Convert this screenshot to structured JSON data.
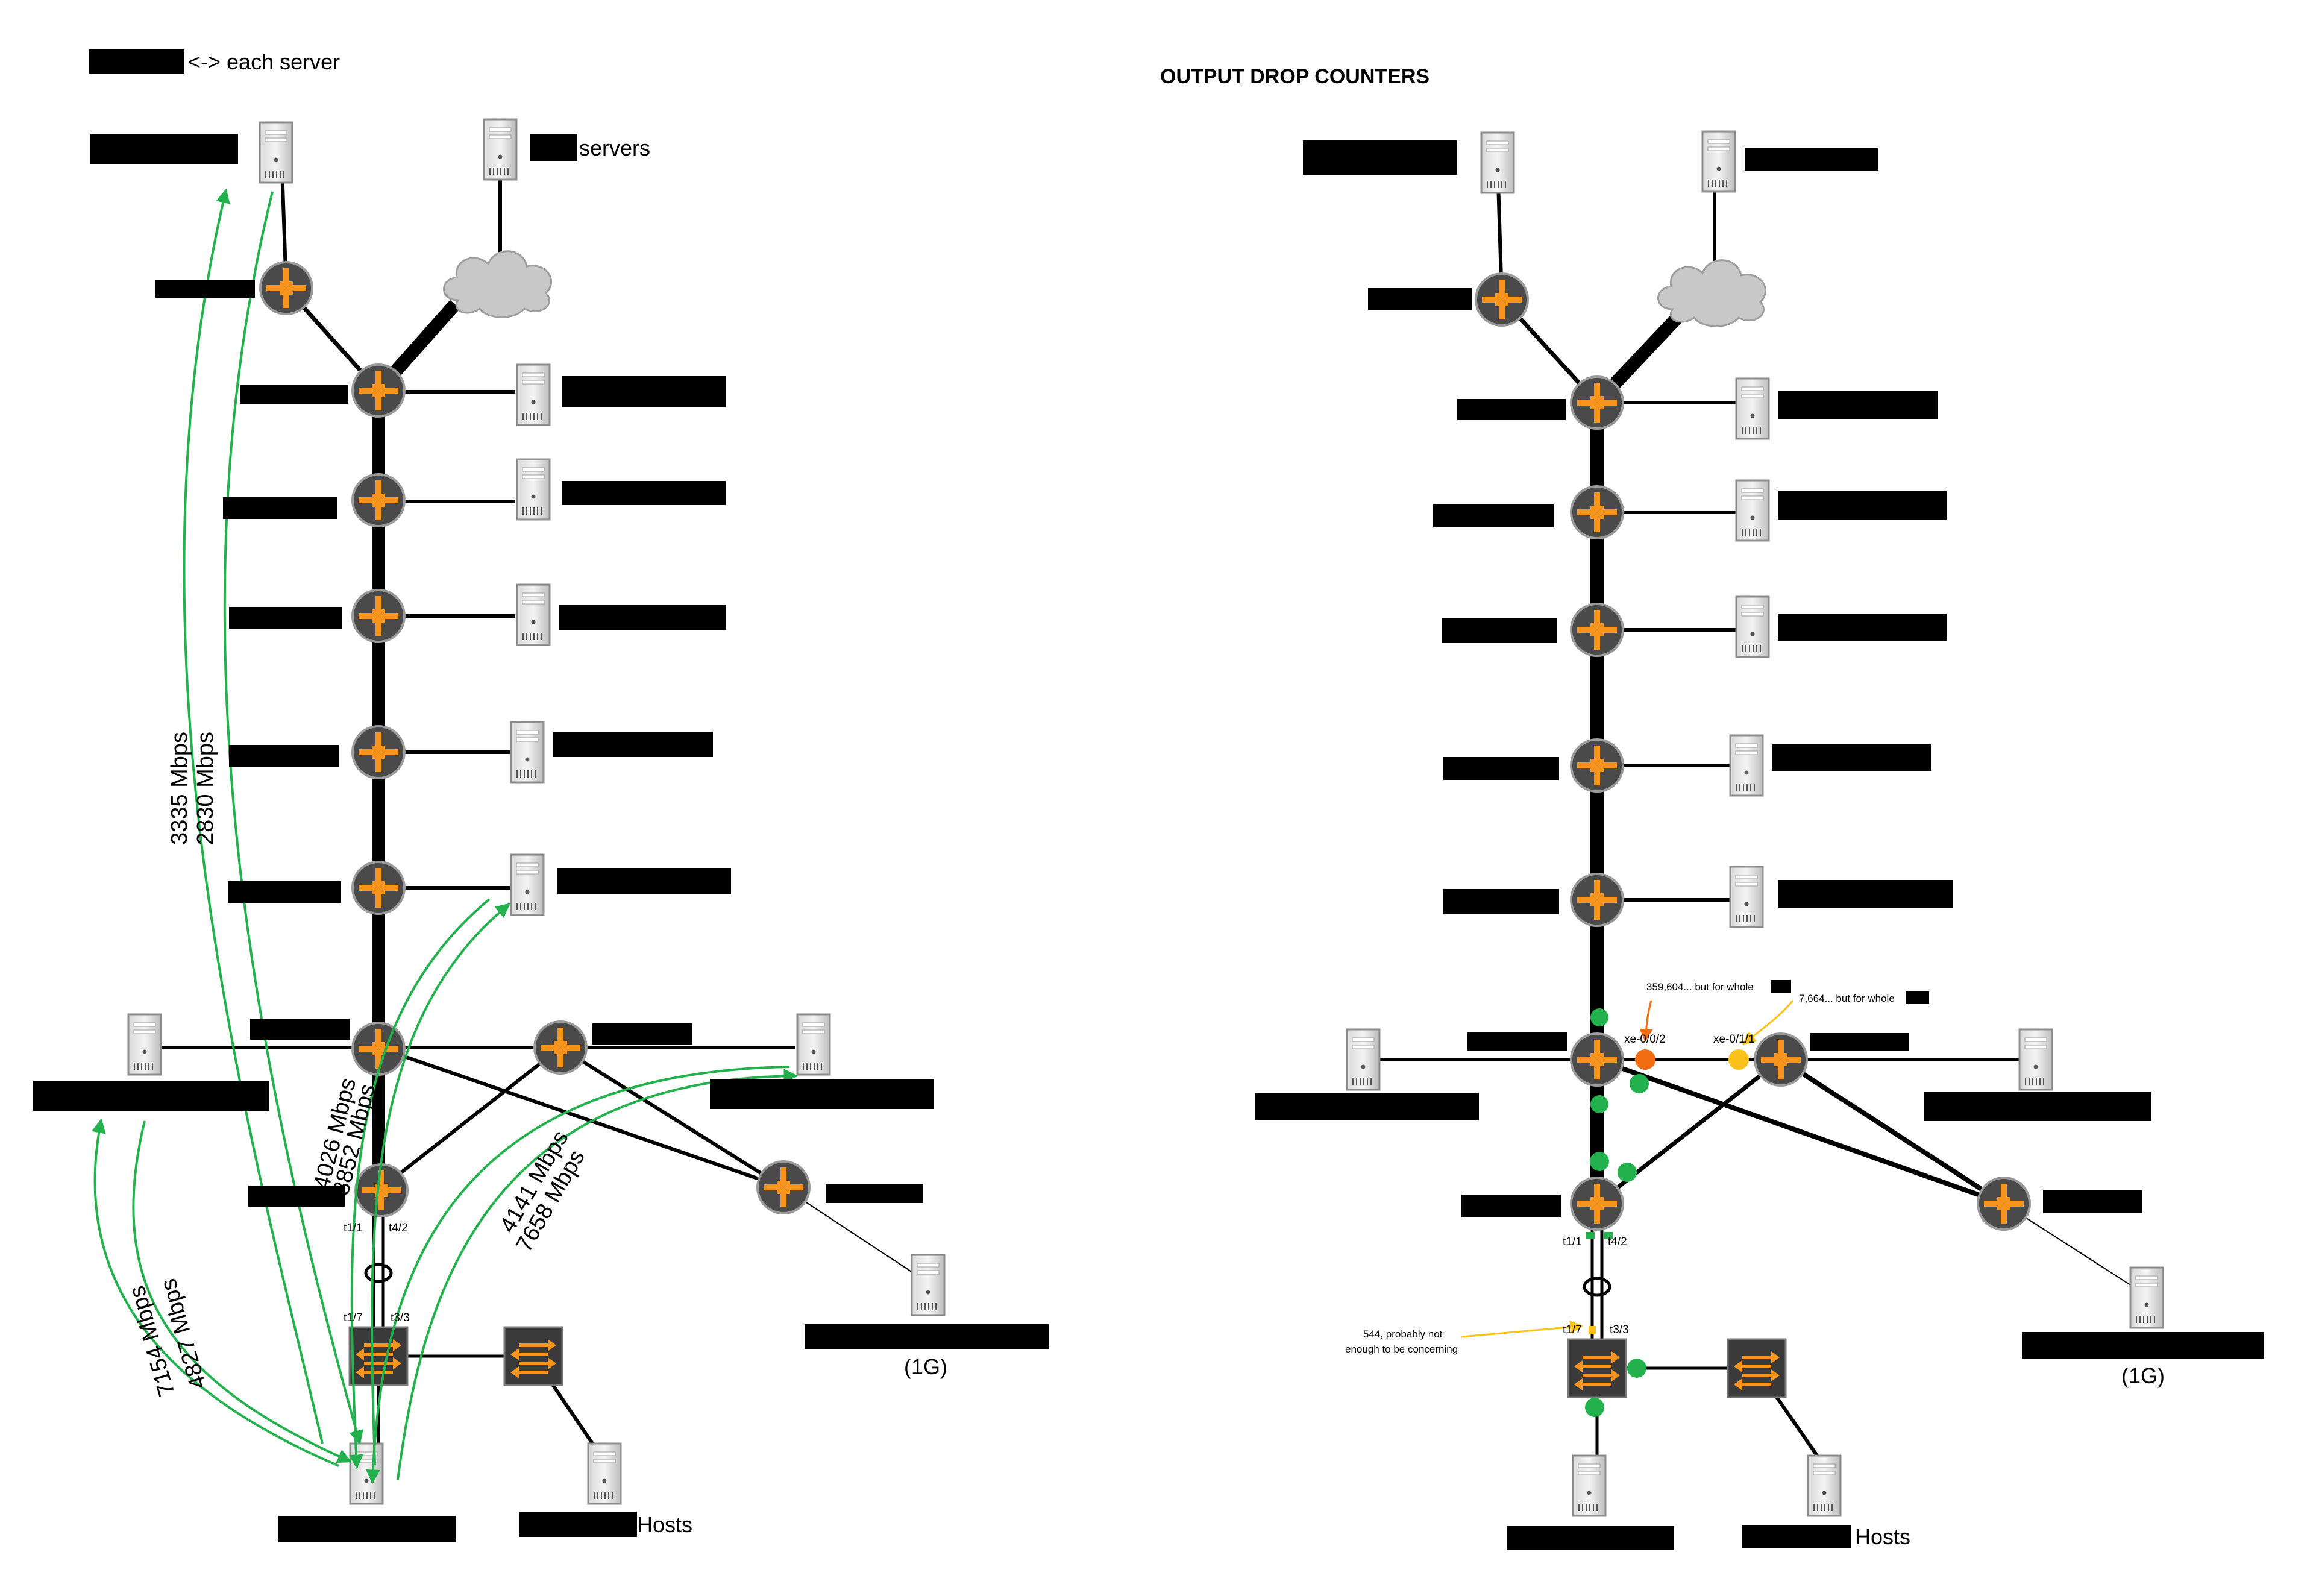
{
  "left": {
    "legend_text": "<-> each server",
    "servers_label": "servers",
    "hosts_label": "Hosts",
    "speed_label": "(1G)",
    "port_labels": [
      "t1/1",
      "t4/2",
      "t1/7",
      "t3/3"
    ],
    "rates": [
      "3335 Mbps",
      "2830 Mbps",
      "4026 Mbps",
      "8852 Mbps",
      "4141 Mbps",
      "7658 Mbps",
      "7154 Mbps",
      "4827 Mbps"
    ]
  },
  "right": {
    "title": "OUTPUT DROP COUNTERS",
    "hosts_label": "Hosts",
    "speed_label": "(1G)",
    "port_labels": [
      "t1/1",
      "t4/2",
      "t1/7",
      "t3/3"
    ],
    "interfaces": [
      "xe-0/0/2",
      "xe-0/1/1"
    ],
    "annotations": [
      "359,604... but for whole",
      "7,664... but for whole",
      "544, probably not",
      "enough to be concerning"
    ]
  },
  "icons": [
    "router-icon",
    "switch-icon",
    "server-icon",
    "cloud-icon",
    "lag-ring-icon"
  ],
  "colors": {
    "router_body": "#4a4a4a",
    "router_arrows": "#f7941d",
    "traffic_arrows": "#22b14c",
    "counter_ok": "#22b14c",
    "counter_orange": "#f26c10",
    "counter_yellow": "#fbc21b",
    "cloud": "#c8c8c8",
    "redaction": "#000000"
  }
}
